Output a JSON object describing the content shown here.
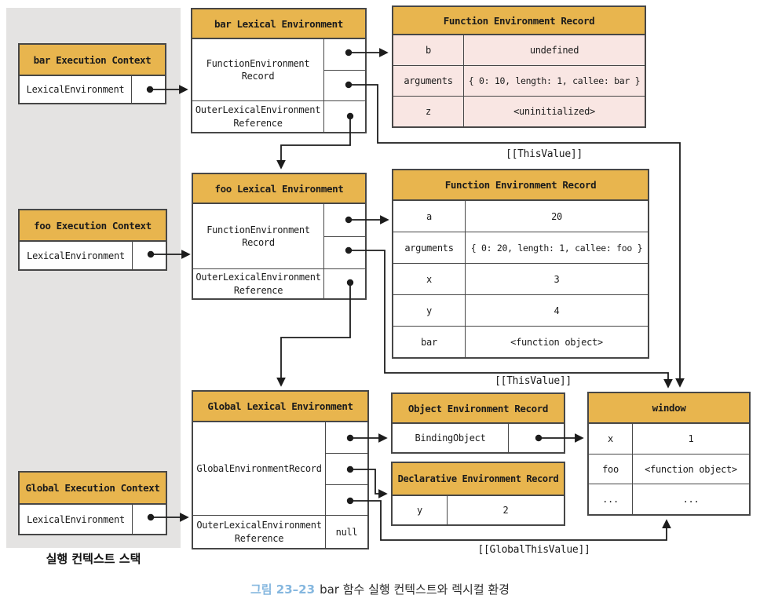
{
  "stack_label": "실행 컨텍스트 스택",
  "execution_contexts": {
    "bar": {
      "title": "bar Execution Context",
      "slot": "LexicalEnvironment"
    },
    "foo": {
      "title": "foo Execution Context",
      "slot": "LexicalEnvironment"
    },
    "global": {
      "title": "Global Execution Context",
      "slot": "LexicalEnvironment"
    }
  },
  "lexical_environments": {
    "bar": {
      "title": "bar Lexical Environment",
      "record": "FunctionEnvironment\nRecord",
      "outer": "OuterLexicalEnvironment\nReference"
    },
    "foo": {
      "title": "foo Lexical Environment",
      "record": "FunctionEnvironment\nRecord",
      "outer": "OuterLexicalEnvironment\nReference"
    },
    "global": {
      "title": "Global Lexical Environment",
      "record": "GlobalEnvironmentRecord",
      "outer": "OuterLexicalEnvironment\nReference",
      "outer_value": "null"
    }
  },
  "records": {
    "bar_function_env": {
      "title": "Function Environment Record",
      "rows": [
        {
          "key": "b",
          "value": "undefined"
        },
        {
          "key": "arguments",
          "value": "{ 0: 10, length: 1, callee: bar }"
        },
        {
          "key": "z",
          "value": "<uninitialized>"
        }
      ]
    },
    "foo_function_env": {
      "title": "Function Environment Record",
      "rows": [
        {
          "key": "a",
          "value": "20"
        },
        {
          "key": "arguments",
          "value": "{ 0: 20, length: 1, callee: foo }"
        },
        {
          "key": "x",
          "value": "3"
        },
        {
          "key": "y",
          "value": "4"
        },
        {
          "key": "bar",
          "value": "<function object>"
        }
      ]
    },
    "object_env": {
      "title": "Object Environment Record",
      "binding": "BindingObject"
    },
    "declarative_env": {
      "title": "Declarative Environment Record",
      "rows": [
        {
          "key": "y",
          "value": "2"
        }
      ]
    },
    "window_object": {
      "title": "window",
      "rows": [
        {
          "key": "x",
          "value": "1"
        },
        {
          "key": "foo",
          "value": "<function object>"
        },
        {
          "key": "...",
          "value": "..."
        }
      ]
    }
  },
  "labels": {
    "this_value_bar": "[[ThisValue]]",
    "this_value_foo": "[[ThisValue]]",
    "global_this_value": "[[GlobalThisValue]]"
  },
  "caption": {
    "number": "그림 23–23",
    "text": "bar 함수 실행 컨텍스트와 렉시컬 환경"
  },
  "colors": {
    "header_yellow": "#e8b54e",
    "record_pink": "#f9e6e3",
    "panel_gray": "#e4e3e2",
    "caption_blue": "#85b7df",
    "line_dark": "#1c1c1c"
  }
}
